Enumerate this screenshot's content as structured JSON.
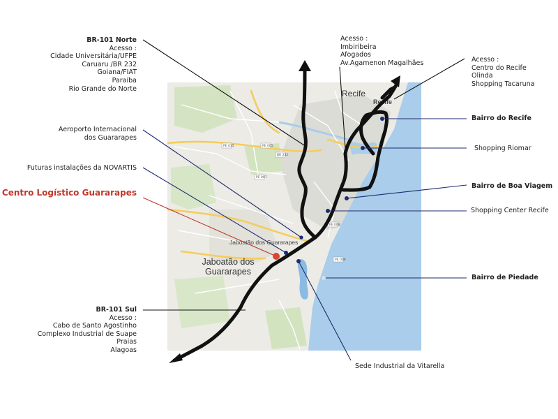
{
  "map": {
    "place_labels": {
      "recife_top": "Recife",
      "recife_center": "Recife",
      "jaboatao_small": "Jaboatão dos Guararapes",
      "jaboatao_big": "Jaboatão dos Guararapes"
    },
    "road_badges": [
      "PE 015",
      "PE 005",
      "BR 232",
      "PE 007",
      "PE 008",
      "PE 009"
    ]
  },
  "annotations": {
    "br101_norte": {
      "title": "BR-101 Norte",
      "lines": [
        "Acesso :",
        "Cidade Universitária/UFPE",
        "Caruaru /BR 232",
        "Goiana/FIAT",
        "Paraíba",
        "Rio Grande do Norte"
      ]
    },
    "acesso_center": {
      "lines": [
        "Acesso :",
        "Imbiribeira",
        "Afogados",
        "Av.Agamenon Magalhães"
      ]
    },
    "acesso_right": {
      "lines": [
        "Acesso :",
        "Centro do Recife",
        "Olinda",
        "Shopping Tacaruna"
      ]
    },
    "aeroporto": {
      "lines": [
        "Aeroporto Internacional",
        "dos Guararapes"
      ]
    },
    "novartis": {
      "text": "Futuras instalações da NOVARTIS"
    },
    "centro_logistico": {
      "text": "Centro Logístico Guararapes"
    },
    "bairro_recife": {
      "text": "Bairro do Recife"
    },
    "shopping_riomar": {
      "text": "Shopping Riomar"
    },
    "bairro_boa_viagem": {
      "text": "Bairro de Boa Viagem"
    },
    "shopping_center_recife": {
      "text": "Shopping Center Recife"
    },
    "bairro_piedade": {
      "text": "Bairro de Piedade"
    },
    "br101_sul": {
      "title": "BR-101 Sul",
      "lines": [
        "Acesso :",
        "Cabo de Santo Agostinho",
        "Complexo Industrial de Suape",
        "Praias",
        "Alagoas"
      ]
    },
    "vitarella": {
      "text": "Sede Industrial da Vitarella"
    }
  },
  "colors": {
    "land": "#ecebe6",
    "sea": "#a9cdea",
    "water_dark": "#8bbbe2",
    "park": "#cfe2bd",
    "urban": "#dcdcd6",
    "road_yellow": "#f4cd5c",
    "road_white": "#ffffff",
    "route": "#111111",
    "leader_black": "#111111",
    "leader_navy": "#1f2a6e",
    "leader_red": "#c0392b",
    "marker_red": "#d9462f"
  }
}
